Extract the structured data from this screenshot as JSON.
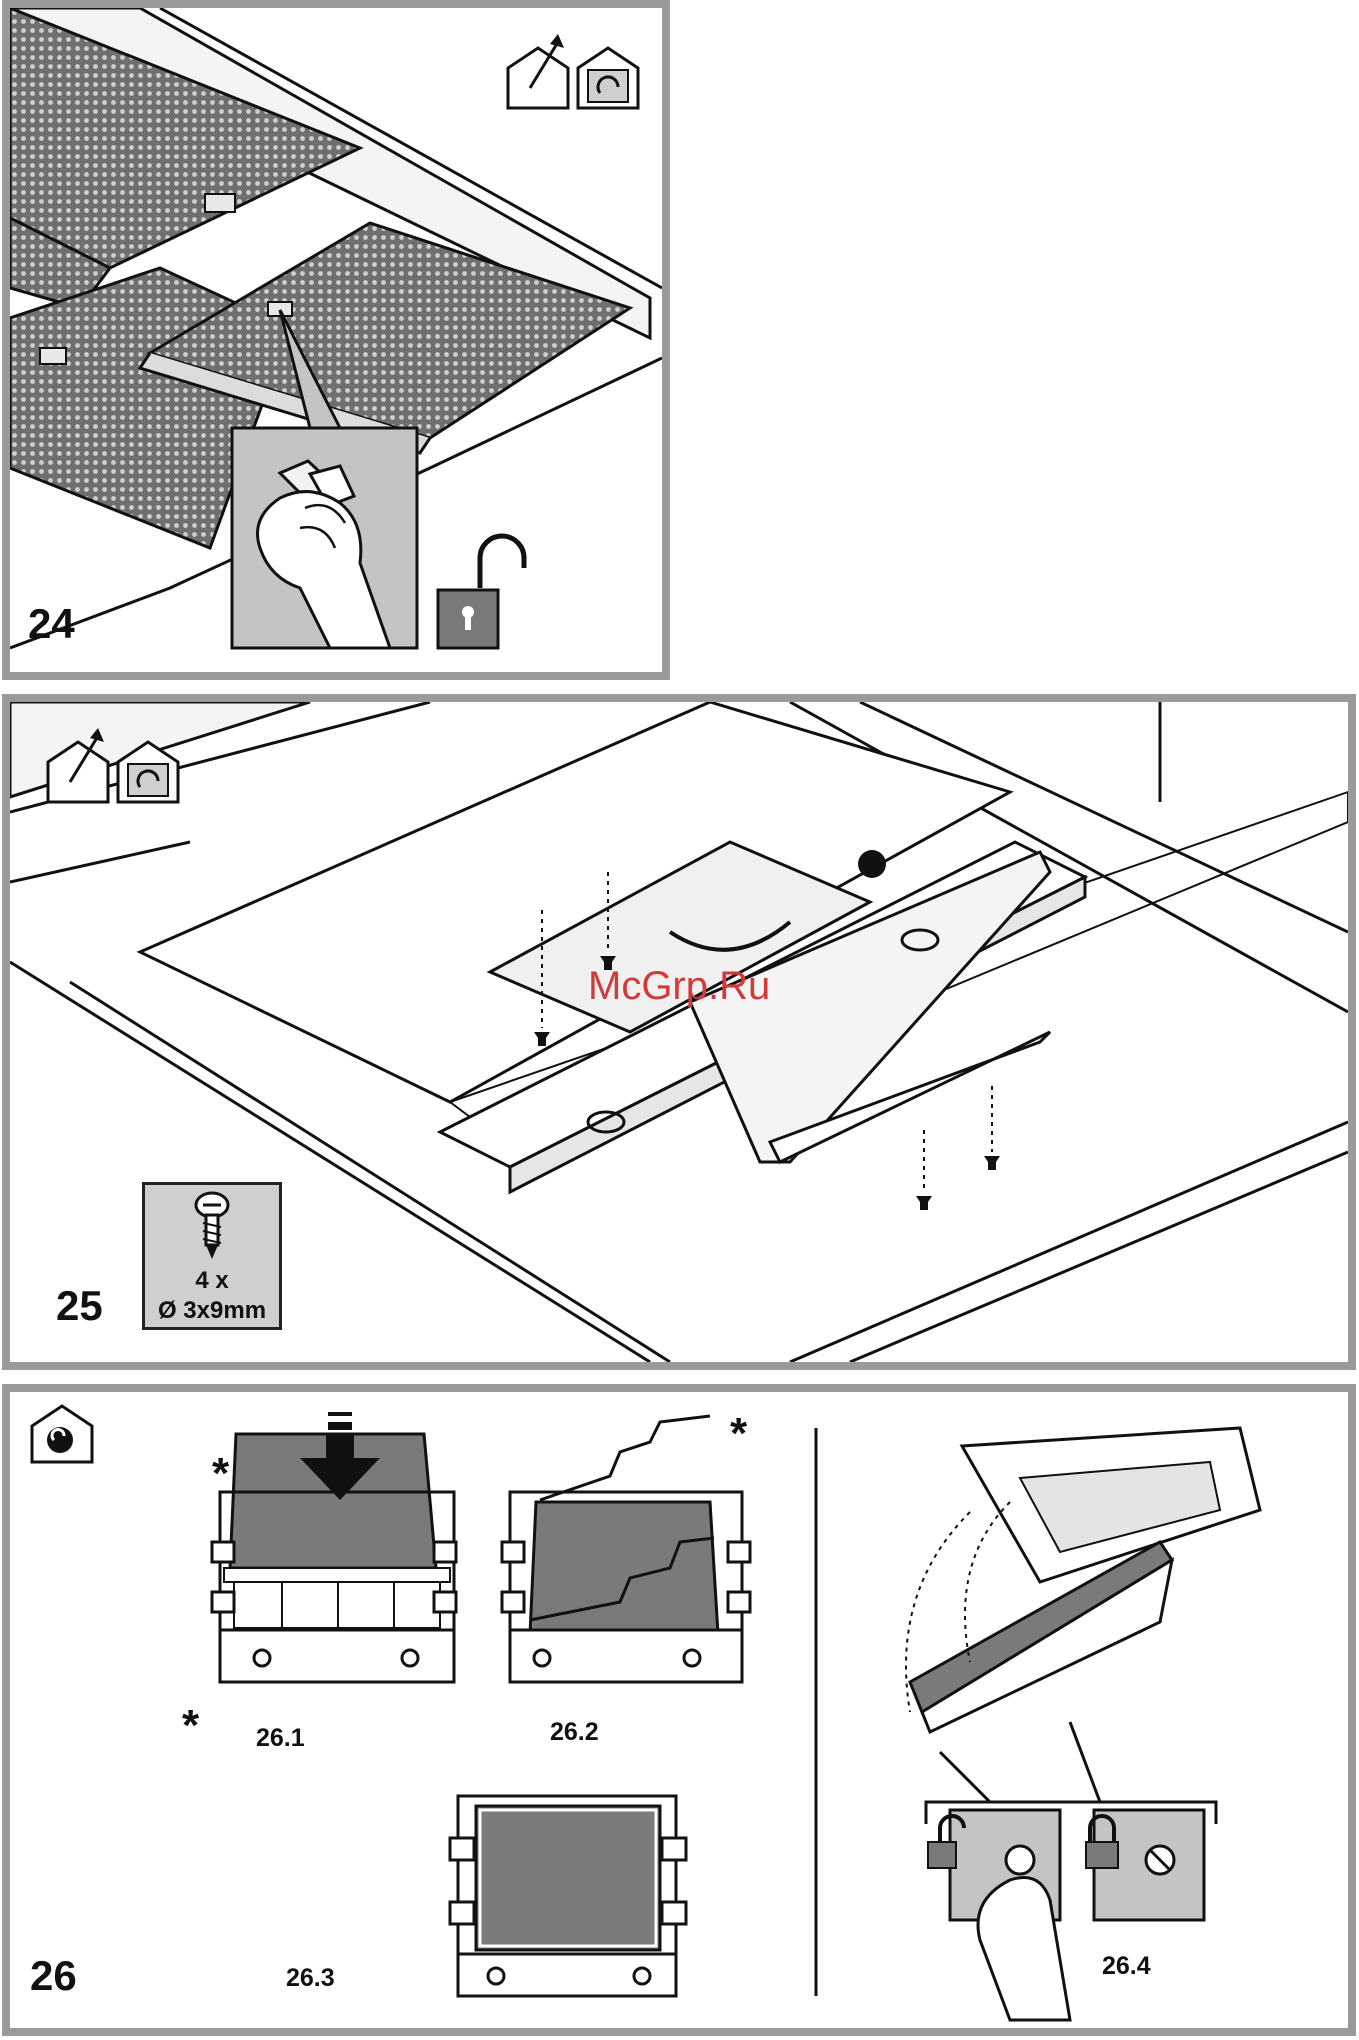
{
  "steps": {
    "s24": {
      "number": "24"
    },
    "s25": {
      "number": "25",
      "screw_qty": "4 x",
      "screw_size": "Ø 3x9mm"
    },
    "s26": {
      "number": "26",
      "sub1": "26.1",
      "sub2": "26.2",
      "sub3": "26.3",
      "sub4": "26.4",
      "star": "*"
    }
  },
  "watermark": "McGrp.Ru",
  "icons": [
    "house-exhaust-icon",
    "house-recirculation-icon",
    "padlock-open-icon",
    "padlock-closed-icon",
    "screw-icon",
    "down-arrow-icon",
    "hand-icon"
  ],
  "colors": {
    "panel_border": "#9a9a9a",
    "filter_gray": "#7a7a7a",
    "inset_gray": "#c4c4c4",
    "watermark": "#d23a3a"
  }
}
